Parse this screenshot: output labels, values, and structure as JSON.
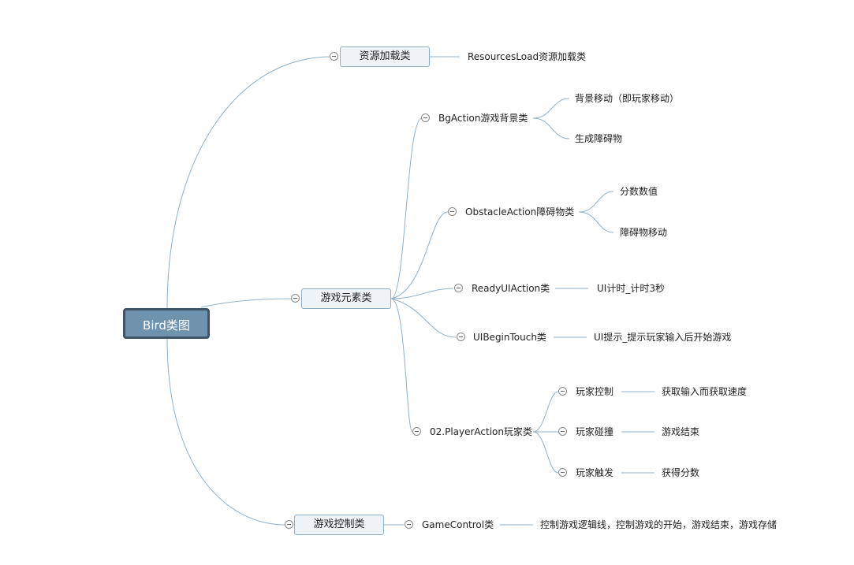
{
  "root": {
    "label": "Bird类图"
  },
  "branches": {
    "resource": {
      "label": "资源加载类",
      "child": "ResourcesLoad资源加载类"
    },
    "elements": {
      "label": "游戏元素类",
      "bg": {
        "label": "BgAction游戏背景类",
        "children": [
          "背景移动（即玩家移动）",
          "生成障碍物"
        ]
      },
      "obstacle": {
        "label": "ObstacleAction障碍物类",
        "children": [
          "分数数值",
          "障碍物移动"
        ]
      },
      "ready": {
        "label": "ReadyUIAction类",
        "child": "UI计时_计时3秒"
      },
      "touch": {
        "label": "UIBeginTouch类",
        "child": "UI提示_提示玩家输入后开始游戏"
      },
      "player": {
        "label": "02.PlayerAction玩家类",
        "items": [
          {
            "label": "玩家控制",
            "child": "获取输入而获取速度"
          },
          {
            "label": "玩家碰撞",
            "child": "游戏结束"
          },
          {
            "label": "玩家触发",
            "child": "获得分数"
          }
        ]
      }
    },
    "control": {
      "label": "游戏控制类",
      "gc": {
        "label": "GameControl类",
        "child": "控制游戏逻辑线，控制游戏的开始，游戏结束，游戏存储"
      }
    }
  },
  "colors": {
    "line": "#8fb0c8",
    "root_fill": "#6f93ad",
    "root_border": "#3f5466",
    "box_fill": "#eef3f8"
  }
}
